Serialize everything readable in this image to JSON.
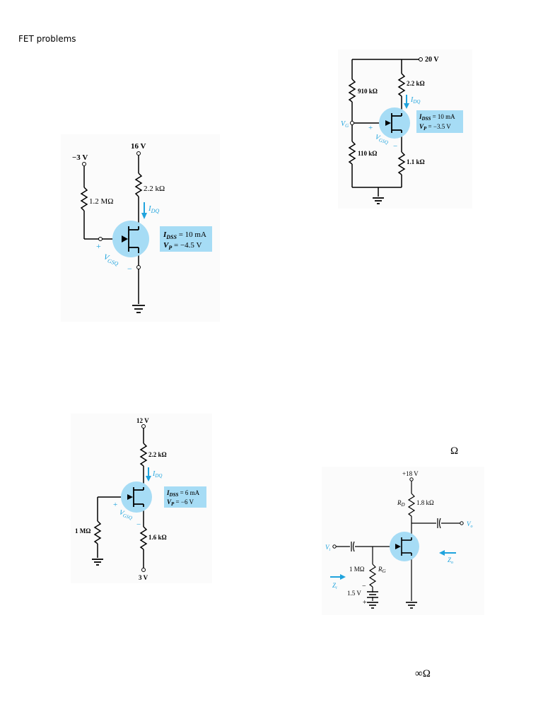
{
  "page": {
    "title": "FET problems"
  },
  "circuit1": {
    "supply": "16 V",
    "gate_supply": "−3 V",
    "rd": "2.2 kΩ",
    "rg": "1.2 MΩ",
    "id_label": "I",
    "id_sub": "DQ",
    "vgs_label": "V",
    "vgs_sub": "GSQ",
    "plus": "+",
    "minus": "−",
    "spec1_sym": "I",
    "spec1_sub": "DSS",
    "spec1_val": " = 10 mA",
    "spec2_sym": "V",
    "spec2_sub": "P",
    "spec2_val": " = −4.5 V"
  },
  "circuit2": {
    "supply": "20 V",
    "r1": "910 kΩ",
    "r2": "110 kΩ",
    "rd": "2.2 kΩ",
    "rs": "1.1 kΩ",
    "vg_label": "V",
    "vg_sub": "G",
    "id_label": "I",
    "id_sub": "DQ",
    "vgs_label": "V",
    "vgs_sub": "GSQ",
    "plus": "+",
    "minus": "−",
    "spec1_sym": "I",
    "spec1_sub": "DSS",
    "spec1_val": " = 10 mA",
    "spec2_sym": "V",
    "spec2_sub": "P",
    "spec2_val": " = −3.5 V"
  },
  "circuit3": {
    "supply": "12 V",
    "bottom_supply": "3 V",
    "rd": "2.2 kΩ",
    "rg": "1 MΩ",
    "rs": "1.6 kΩ",
    "id_label": "I",
    "id_sub": "DQ",
    "vgs_label": "V",
    "vgs_sub": "GSQ",
    "plus": "+",
    "minus": "−",
    "spec1_sym": "I",
    "spec1_sub": "DSS",
    "spec1_val": " = 6 mA",
    "spec2_sym": "V",
    "spec2_sub": "P",
    "spec2_val": " = −6 V"
  },
  "circuit4": {
    "supply": "+18 V",
    "rd_sym": "R",
    "rd_sub": "D",
    "rd_val": "1.8 kΩ",
    "rg_val": "1 MΩ",
    "rg_sym": "R",
    "rg_sub": "G",
    "battery": "1.5 V",
    "vi_sym": "V",
    "vi_sub": "i",
    "vo_sym": "V",
    "vo_sub": "o",
    "zi_sym": "Z",
    "zi_sub": "i",
    "zo_sym": "Z",
    "zo_sub": "o",
    "plus": "+",
    "minus": "−"
  },
  "loose_text": {
    "omega": "Ω",
    "inf_omega": "∞Ω"
  },
  "colors": {
    "accent": "#1fa3dd",
    "transistor_fill": "#a6dcf5",
    "spec_box": "#a6dcf5"
  }
}
